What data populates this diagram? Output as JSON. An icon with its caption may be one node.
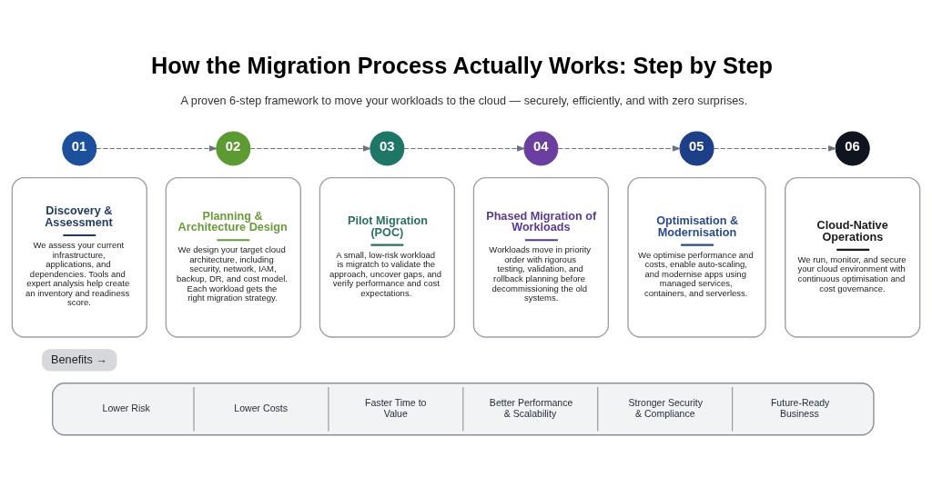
{
  "diagram": {
    "title": "How the Migration Process Actually Works: Step by Step",
    "nodes": [
      {
        "text": [
          "01"
        ]
      },
      {
        "text": [
          "Discovery & Assessment",
          "We assess your current infrastructure, applications, and dependencies. Tools and expert analysis help create an inventory and readiness score."
        ]
      },
      {
        "text": [
          "02"
        ]
      },
      {
        "text": [
          "Planning & Architecture Design",
          "We design your target cloud architecture, including security, network, IAM, backup, DR, and cost model. Each workload gets the right migration strategy."
        ]
      },
      {
        "text": [
          "03"
        ]
      },
      {
        "text": [
          "Pilot Migration (POC)",
          "A small, low-risk workload is migratch to validate the approach, uncover gaps, and verify performance and cost expectations."
        ]
      },
      {
        "text": [
          "04"
        ]
      },
      {
        "text": [
          "Phased Migration of Workloads",
          "Workloads move in priority order with rigorous testing, validation, and rollback planning before decommissioning the old systems."
        ]
      },
      {
        "text": [
          "05"
        ]
      },
      {
        "text": [
          "Optimisation & Modernisation",
          "We optimise performance and costs, enable auto-scaling, and modernise apps using managed services, containers, and serverless."
        ]
      },
      {
        "text": [
          "06"
        ]
      },
      {
        "text": [
          "Cloud-Native Operations",
          "We run, monitor, and secure your cloud environment with continuous optimisation and cost governance."
        ]
      },
      {
        "text": [
          "Benefits →"
        ]
      },
      {
        "text": [
          "Lower Risk",
          "Lower Costs",
          "Faster Time to Value",
          "Better Performance & Scalability",
          "Stronger Security & Compliance",
          "Future-Ready Business"
        ]
      }
    ],
    "edges": [
      {
        "from": 0,
        "to": 2,
        "arrow": "to",
        "style": "dashed"
      },
      {
        "from": 2,
        "to": 4,
        "arrow": "to",
        "style": "dashed"
      },
      {
        "from": 4,
        "to": 6,
        "arrow": "to",
        "style": "dashed"
      },
      {
        "from": 6,
        "to": 8,
        "arrow": "to",
        "style": "dashed"
      },
      {
        "from": 8,
        "to": 10,
        "arrow": "to",
        "style": "dashed"
      }
    ],
    "labels": [
      "A proven 6-step framework to move your workloads to the cloud — securely, efficiently, and with zero surprises."
    ]
  }
}
